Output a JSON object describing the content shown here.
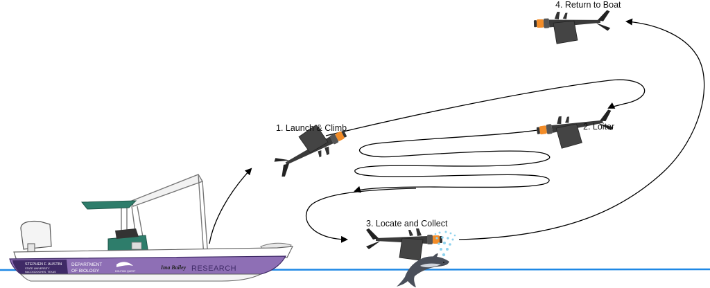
{
  "steps": [
    {
      "label": "1. Launch & Climb"
    },
    {
      "label": "2. Loiter"
    },
    {
      "label": "3. Locate and Collect"
    },
    {
      "label": "4. Return to Boat"
    }
  ],
  "boat": {
    "university": "STEPHEN F. AUSTIN",
    "university_sub1": "STATE UNIVERSITY",
    "university_sub2": "NACOGDOCHES, TEXAS",
    "dept_line1": "DEPARTMENT",
    "dept_line2": "OF BIOLOGY",
    "partner": "DOLPHIN QUEST",
    "sponsor": "Ima Bailey",
    "hull_text": "RESEARCH"
  },
  "colors": {
    "hull_purple": "#8e6fb5",
    "hull_dark": "#3f2a66",
    "console_teal": "#2e7d6b",
    "water": "#1e88e5",
    "drone_body": "#3a3a3a",
    "drone_engine": "#f28c28",
    "dolphin": "#4a4f5a",
    "spray": "#8fd3ee"
  },
  "icons": [
    "drone-icon",
    "dolphin-icon",
    "water-spray-icon",
    "boat-icon"
  ]
}
